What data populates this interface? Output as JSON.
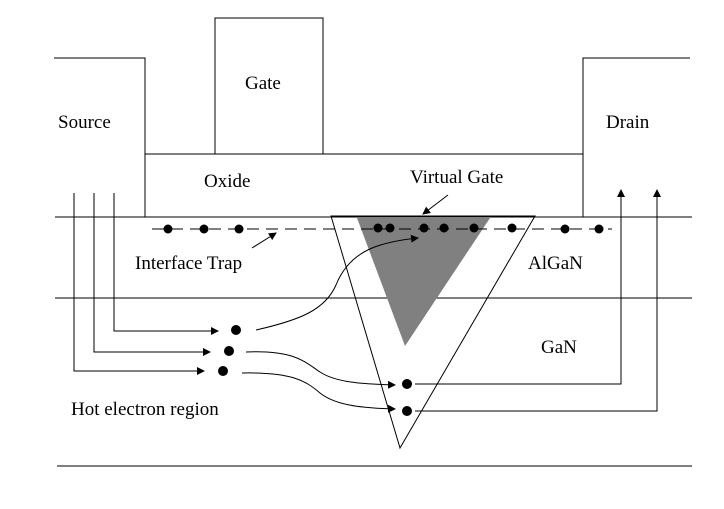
{
  "labels": {
    "source": "Source",
    "gate": "Gate",
    "drain": "Drain",
    "oxide": "Oxide",
    "virtual_gate": "Virtual Gate",
    "interface_trap": "Interface Trap",
    "algan": "AlGaN",
    "gan": "GaN",
    "hot_electron_region": "Hot electron region"
  },
  "colors": {
    "stroke": "#000000",
    "virtual_gate_fill": "#808080",
    "background": "#ffffff"
  }
}
